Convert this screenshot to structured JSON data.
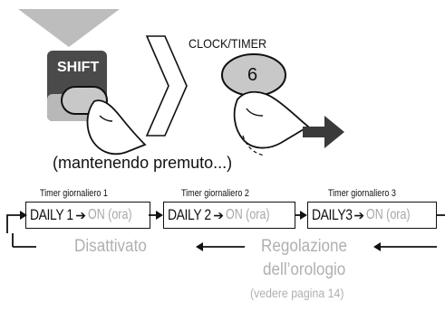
{
  "key_labels": {
    "shift": "SHIFT",
    "clock_timer": "CLOCK/TIMER",
    "number_key": "6"
  },
  "instruction": "(mantenendo premuto...)",
  "timer_sequence": [
    {
      "header": "Timer giornaliero 1",
      "mode": "DAILY 1",
      "on": "ON (ora)"
    },
    {
      "header": "Timer giornaliero 2",
      "mode": "DAILY 2",
      "on": "ON (ora)"
    },
    {
      "header": "Timer giornaliero 3",
      "mode": "DAILY3",
      "on": "ON (ora)"
    }
  ],
  "arrow_glyph": "➔",
  "return_path": {
    "disabled": "Disattivato",
    "clock_setting_line1": "Regolazione",
    "clock_setting_line2": "dell’orologio",
    "see_page": "(vedere pagina 14)"
  },
  "colors": {
    "shift_key": "#4a4a4a",
    "key_grey": "#c8c8c8",
    "inactive_text": "#b0b0b0",
    "big_arrow": "#bdbdbd"
  }
}
